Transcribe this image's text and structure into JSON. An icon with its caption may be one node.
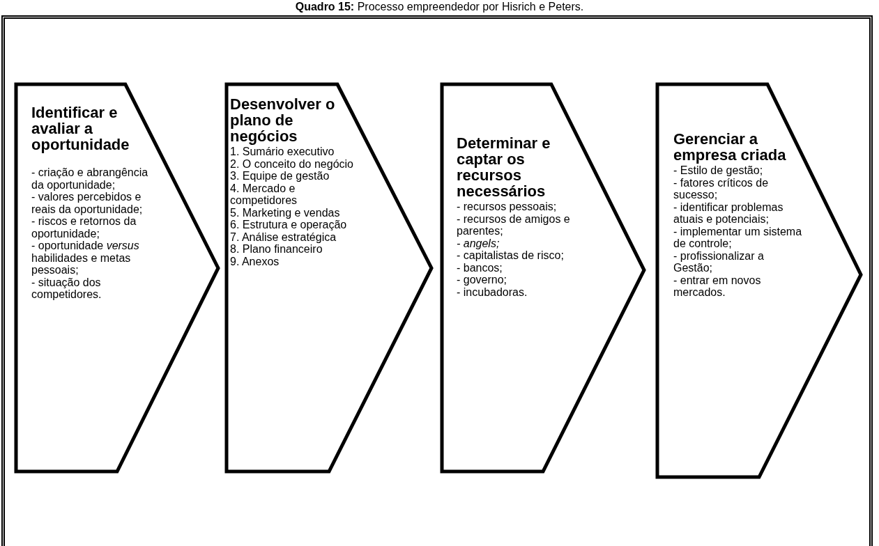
{
  "diagram": {
    "title": "**Quadro 15:** Processo empreendedor por Hisrich e Peters.",
    "nodes": [
      {
        "text": [
          "Identificar e avaliar a oportunidade",
          "- criação e abrangência da oportunidade;",
          "- valores percebidos e reais da oportunidade;",
          "- riscos e retornos da oportunidade;",
          "- oportunidade *versus* habilidades e metas pessoais;",
          "- situação dos competidores."
        ]
      },
      {
        "text": [
          "Desenvolver o plano de negócios",
          "1. Sumário executivo",
          "2. O conceito do negócio",
          "3. Equipe de gestão",
          "4. Mercado e competidores",
          "5. Marketing e vendas",
          "6. Estrutura e operação",
          "7. Análise estratégica",
          "8. Plano financeiro",
          "9. Anexos"
        ]
      },
      {
        "text": [
          "Determinar e captar os recursos necessários",
          "- recursos pessoais;",
          "- recursos de amigos e parentes;",
          "*- angels;*",
          "- capitalistas de risco;",
          "- bancos;",
          "- governo;",
          "- incubadoras."
        ]
      },
      {
        "text": [
          "Gerenciar a empresa criada",
          "- Estilo de gestão;",
          "- fatores críticos de sucesso;",
          "- identificar problemas atuais e potenciais;",
          "- implementar um sistema de controle;",
          "- profissionalizar a Gestão;",
          "- entrar em novos mercados."
        ]
      }
    ]
  }
}
